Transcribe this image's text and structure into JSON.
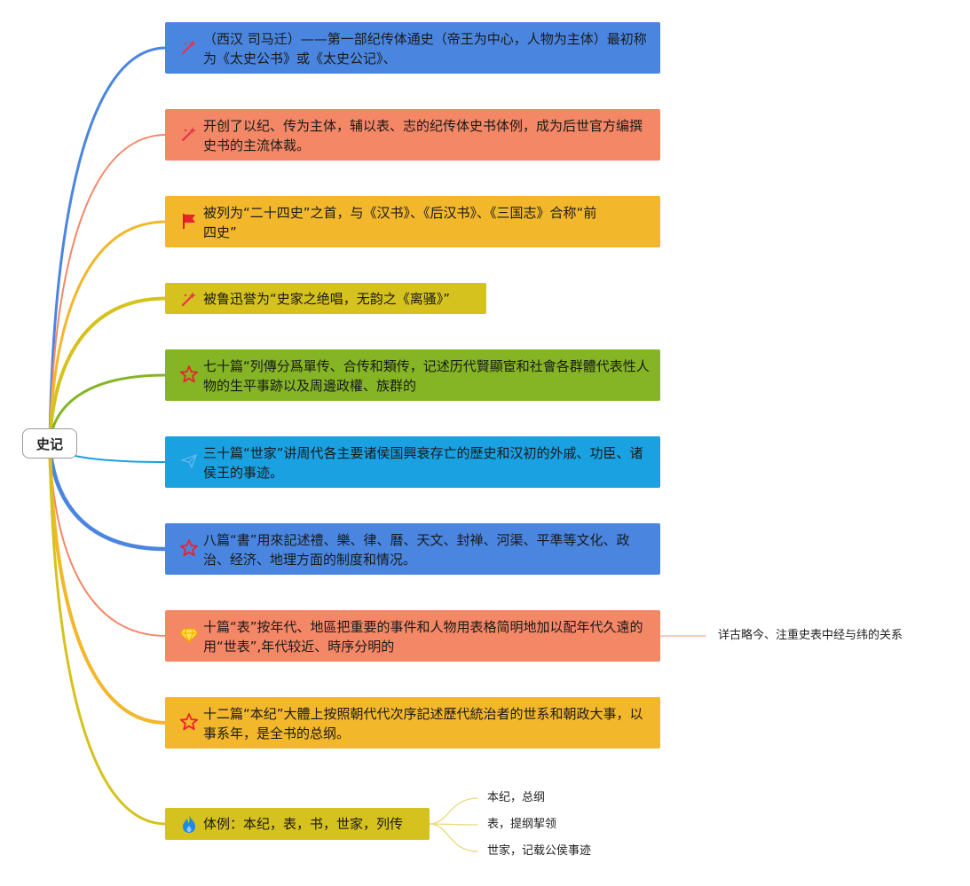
{
  "root": {
    "label": "史记"
  },
  "topics": [
    {
      "text": "（西汉 司马迁）——第一部纪传体通史（帝王为中心，人物为主体）最初称为《太史公书》或《太史公记》、",
      "icon": "magic-wand-icon",
      "color": "#4a86e0"
    },
    {
      "text": "开创了以纪、传为主体，辅以表、志的纪传体史书体例，成为后世官方编撰史书的主流体裁。",
      "icon": "magic-wand-icon",
      "color": "#f38766"
    },
    {
      "text": "被列为“二十四史”之首，与《汉书》、《后汉书》、《三国志》合称“前四史”",
      "icon": "flag-icon",
      "color": "#f3b72c"
    },
    {
      "text": "被鲁迅誉为“史家之绝唱，无韵之《离骚》”",
      "icon": "magic-wand-icon",
      "color": "#d6c21e"
    },
    {
      "text": "七十篇“列傳分爲單传、合传和類传，记述历代賢顯宦和社會各群體代表性人物的生平事跡以及周邊政權、族群的",
      "icon": "star-icon",
      "color": "#85b524"
    },
    {
      "text": "三十篇“世家”讲周代各主要诸侯国興衰存亡的歷史和汉初的外戚、功臣、诸侯王的事迹。",
      "icon": "paper-plane-icon",
      "color": "#19a1e2"
    },
    {
      "text": "八篇“書”用來記述禮、樂、律、曆、天文、封禅、河渠、平準等文化、政治、经济、地理方面的制度和情况。",
      "icon": "star-icon",
      "color": "#4a86e0"
    },
    {
      "text": "十篇“表”按年代、地區把重要的事件和人物用表格简明地加以配年代久遠的用“世表”,年代较近、時序分明的",
      "icon": "diamond-icon",
      "color": "#f38766"
    },
    {
      "text": "十二篇“本纪”大體上按照朝代代次序記述歷代統治者的世系和朝政大事，以事系年，是全书的总纲。",
      "icon": "star-icon",
      "color": "#f3b72c"
    },
    {
      "text": "体例：本纪，表，书，世家，列传",
      "icon": "flame-icon",
      "color": "#d6c21e"
    }
  ],
  "subtopics": {
    "table_note": "详古略今、注重史表中经与纬的关系",
    "style_children": [
      "本纪，总纲",
      "表，提纲挈领",
      "世家，记载公侯事迹"
    ]
  }
}
